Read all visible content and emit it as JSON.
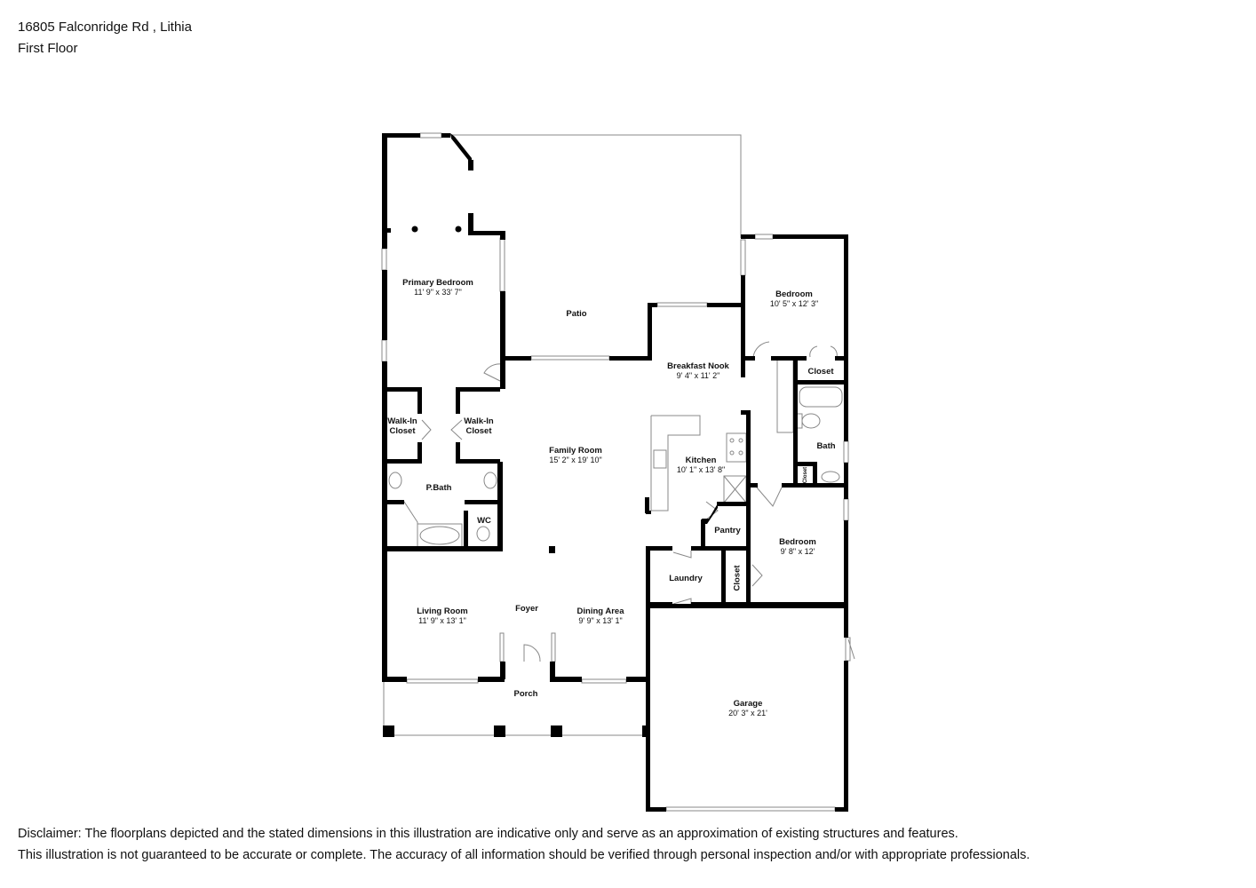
{
  "header": {
    "address": "16805 Falconridge Rd , Lithia",
    "floor": "First Floor"
  },
  "rooms": {
    "primary_bedroom": {
      "name": "Primary Bedroom",
      "dim": "11' 9\" x 33' 7\""
    },
    "patio": {
      "name": "Patio"
    },
    "breakfast_nook": {
      "name": "Breakfast Nook",
      "dim": "9' 4\" x 11' 2\""
    },
    "bedroom_ne": {
      "name": "Bedroom",
      "dim": "10' 5\" x 12' 3\""
    },
    "closet_ne": {
      "name": "Closet"
    },
    "walkin_closet_left": {
      "name": "Walk-In Closet"
    },
    "walkin_closet_right": {
      "name": "Walk-In Closet"
    },
    "family_room": {
      "name": "Family Room",
      "dim": "15' 2\" x 19' 10\""
    },
    "kitchen": {
      "name": "Kitchen",
      "dim": "10' 1\" x 13' 8\""
    },
    "bath": {
      "name": "Bath"
    },
    "closet_small": {
      "name": "Closet"
    },
    "p_bath": {
      "name": "P.Bath"
    },
    "wc": {
      "name": "WC"
    },
    "pantry": {
      "name": "Pantry"
    },
    "bedroom_se": {
      "name": "Bedroom",
      "dim": "9' 8\" x 12'"
    },
    "laundry": {
      "name": "Laundry"
    },
    "closet_laundry": {
      "name": "Closet"
    },
    "living_room": {
      "name": "Living Room",
      "dim": "11' 9\" x 13' 1\""
    },
    "foyer": {
      "name": "Foyer"
    },
    "dining_area": {
      "name": "Dining Area",
      "dim": "9' 9\" x 13' 1\""
    },
    "porch": {
      "name": "Porch"
    },
    "garage": {
      "name": "Garage",
      "dim": "20' 3\" x 21'"
    }
  },
  "disclaimer": {
    "line1": "Disclaimer: The floorplans depicted and the stated dimensions in this illustration are indicative only and serve as an approximation of existing structures and features.",
    "line2": "This illustration is not guaranteed to be accurate or complete. The accuracy of all information should be verified through personal inspection and/or with appropriate professionals."
  },
  "colors": {
    "wall": "#000000",
    "thin_line": "#888888",
    "background": "#ffffff"
  }
}
